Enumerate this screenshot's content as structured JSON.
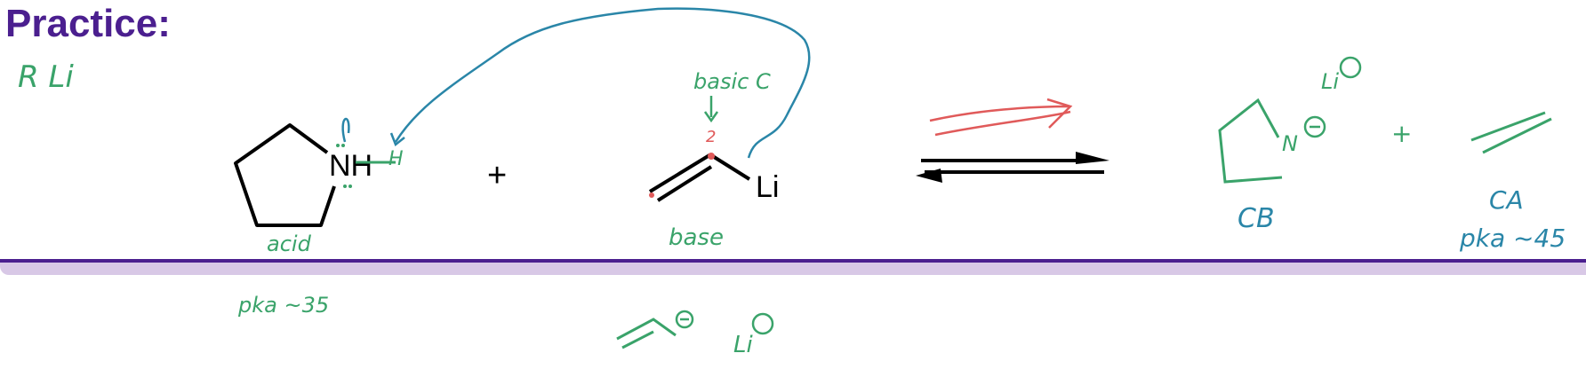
{
  "title": "Practice:",
  "notes": {
    "reagent": "R Li",
    "basic_c": "basic C",
    "electrons": "2",
    "acid": "acid",
    "base": "base",
    "cb": "CB",
    "ca": "CA",
    "pka_left": "pka ~35",
    "pka_right": "pka ~45",
    "li_plus_top": "Li",
    "li_plus_bottom": "Li",
    "plus_hand": "+",
    "h_hand": "H",
    "n_hand": "N"
  },
  "chemistry": {
    "amine_label": "NH",
    "plus": "+",
    "lithium": "Li"
  },
  "colors": {
    "title": "#4b1f8f",
    "green": "#3aa36a",
    "blue": "#2a86a8",
    "red": "#e05a5a"
  }
}
